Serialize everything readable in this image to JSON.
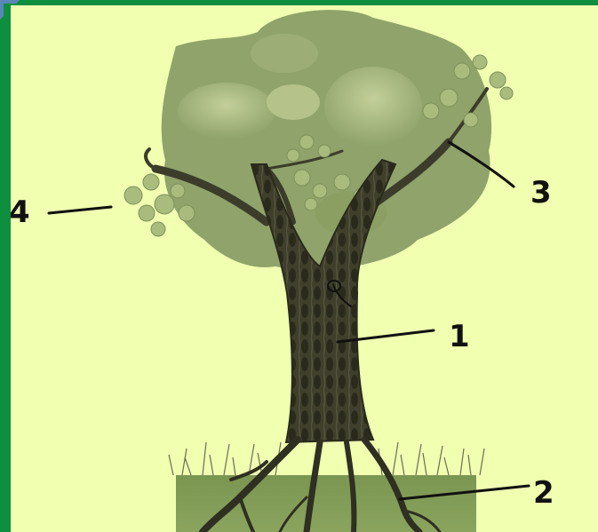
{
  "diagram": {
    "labels": [
      {
        "id": "1",
        "text": "1"
      },
      {
        "id": "2",
        "text": "2"
      },
      {
        "id": "3",
        "text": "3"
      },
      {
        "id": "4",
        "text": "4"
      }
    ]
  },
  "colors": {
    "frame": "#0e8f3f",
    "background": "#f0ffb0",
    "crown": "#8fa36a",
    "trunk": "#3a3a2a",
    "soil": "#7f9a55",
    "leaves": "#a4b87a",
    "leader_lines": "#111111"
  }
}
